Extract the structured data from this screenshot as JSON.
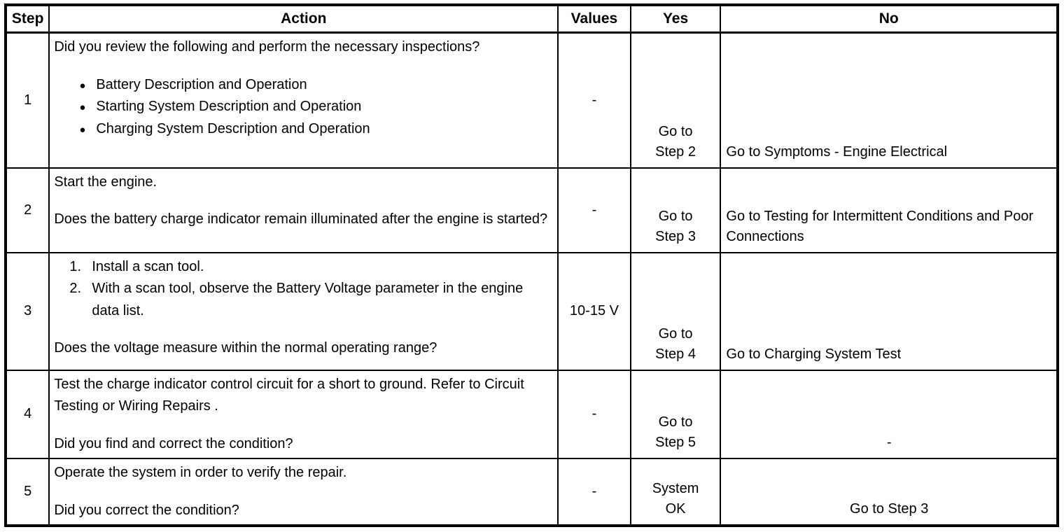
{
  "header": {
    "step": "Step",
    "action": "Action",
    "values": "Values",
    "yes": "Yes",
    "no": "No"
  },
  "rows": [
    {
      "step": "1",
      "action_intro": "Did you review the following and perform the necessary inspections?",
      "bullets": [
        "Battery Description and Operation",
        "Starting System Description and Operation",
        "Charging System Description and Operation"
      ],
      "bullet_glyph": "●",
      "values": "-",
      "yes_line1": "Go to",
      "yes_line2": "Step 2",
      "no": "Go to Symptoms - Engine Electrical"
    },
    {
      "step": "2",
      "action_para1": "Start the engine.",
      "action_question": "Does the battery charge indicator remain illuminated after the engine is started?",
      "values": "-",
      "yes_line1": "Go to",
      "yes_line2": "Step 3",
      "no": "Go to Testing for Intermittent Conditions and Poor Connections"
    },
    {
      "step": "3",
      "numbered": [
        {
          "marker": "1.",
          "text": "Install a scan tool."
        },
        {
          "marker": "2.",
          "text": "With a scan tool, observe the Battery Voltage parameter in the engine data list."
        }
      ],
      "action_question": "Does the voltage measure within the normal operating range?",
      "values": "10-15 V",
      "yes_line1": "Go to",
      "yes_line2": "Step 4",
      "no": "Go to Charging System Test"
    },
    {
      "step": "4",
      "action_para1": "Test the charge indicator control circuit for a short to ground. Refer to Circuit Testing or Wiring Repairs .",
      "action_question": "Did you find and correct the condition?",
      "values": "-",
      "yes_line1": "Go to",
      "yes_line2": "Step 5",
      "no": "-"
    },
    {
      "step": "5",
      "action_para1": "Operate the system in order to verify the repair.",
      "action_question": "Did you correct the condition?",
      "values": "-",
      "yes_line1": "System",
      "yes_line2": "OK",
      "no": "Go to Step 3"
    }
  ]
}
